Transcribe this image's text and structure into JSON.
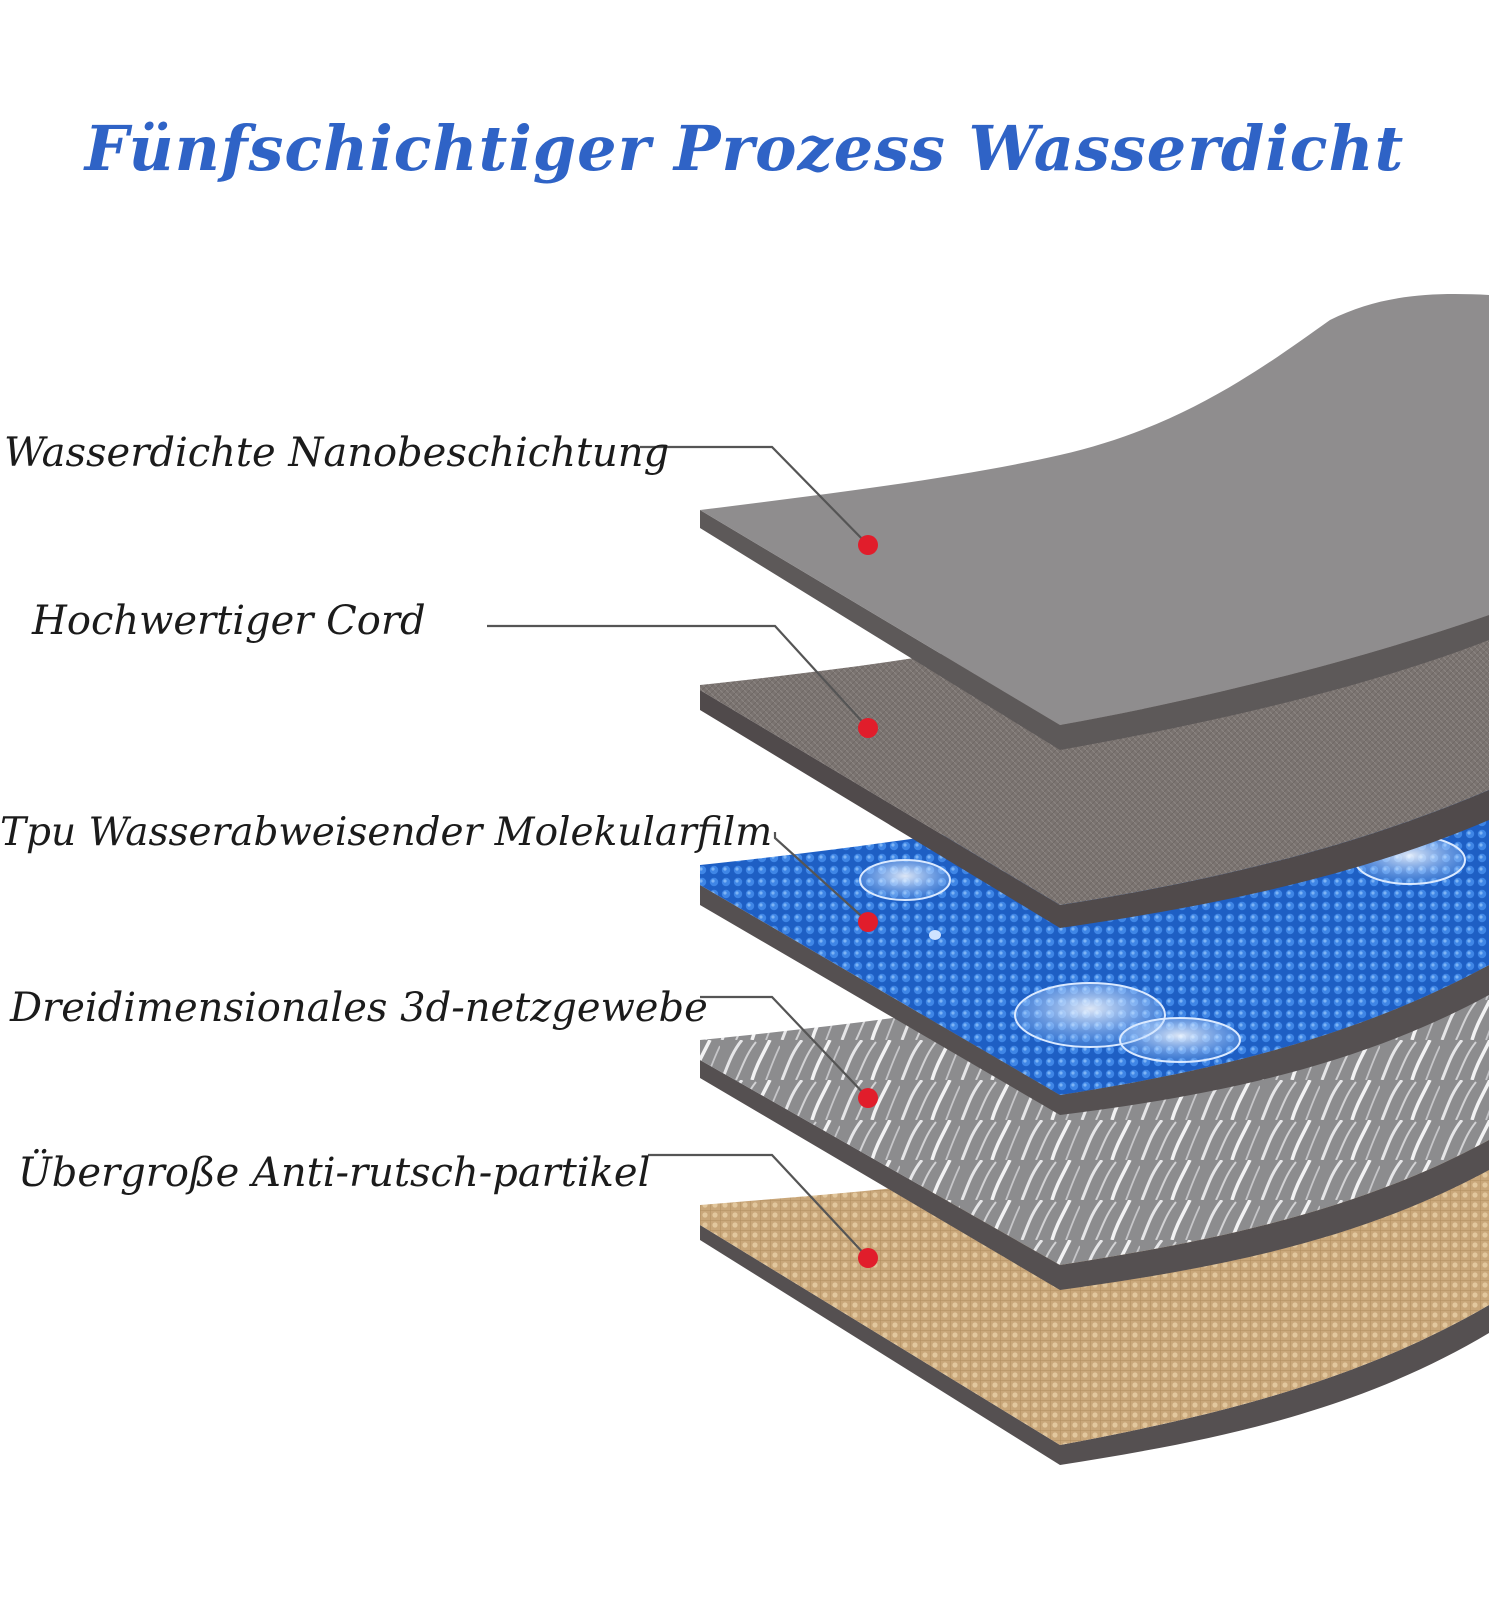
{
  "title": "Fünfschichtiger Prozess Wasserdicht",
  "colors": {
    "title": "#2f63c6",
    "marker": "#e11d2b",
    "leader_line": "#555555"
  },
  "layers": [
    {
      "label": "Wasserdichte Nanobeschichtung",
      "material": "grey-coating"
    },
    {
      "label": "Hochwertiger Cord",
      "material": "brown-grey-fabric"
    },
    {
      "label": "Tpu Wasserabweisender Molekularfilm",
      "material": "blue-film-with-water-drops"
    },
    {
      "label": "Dreidimensionales 3d-netzgewebe",
      "material": "grey-3d-mesh"
    },
    {
      "label": "Übergroße Anti-rutsch-partikel",
      "material": "beige-anti-slip-base"
    }
  ]
}
